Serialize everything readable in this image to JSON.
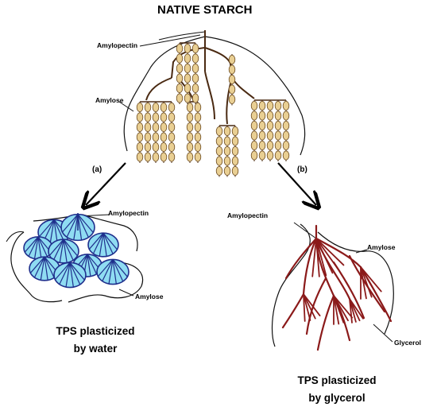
{
  "diagram": {
    "title": "NATIVE STARCH",
    "native": {
      "amylopectin_label": "Amylopectin",
      "amylose_label": "Amylose"
    },
    "paths": {
      "a": "(a)",
      "b": "(b)"
    },
    "water_panel": {
      "amylopectin_label": "Amylopectin",
      "amylose_label": "Amylose",
      "caption_line1": "TPS plasticized",
      "caption_line2": "by water"
    },
    "glycerol_panel": {
      "amylopectin_label": "Amylopectin",
      "amylose_label": "Amylose",
      "glycerol_label": "Glycerol",
      "caption_line1": "TPS plasticized",
      "caption_line2": "by glycerol"
    },
    "colors": {
      "granule_fill": "#e9cf93",
      "granule_stroke": "#6b4a1f",
      "branch": "#4a2a12",
      "water_disk_fill": "#8fdcf2",
      "water_disk_stroke": "#1f2f8c",
      "glycerol_branch": "#8b1a1a"
    }
  }
}
